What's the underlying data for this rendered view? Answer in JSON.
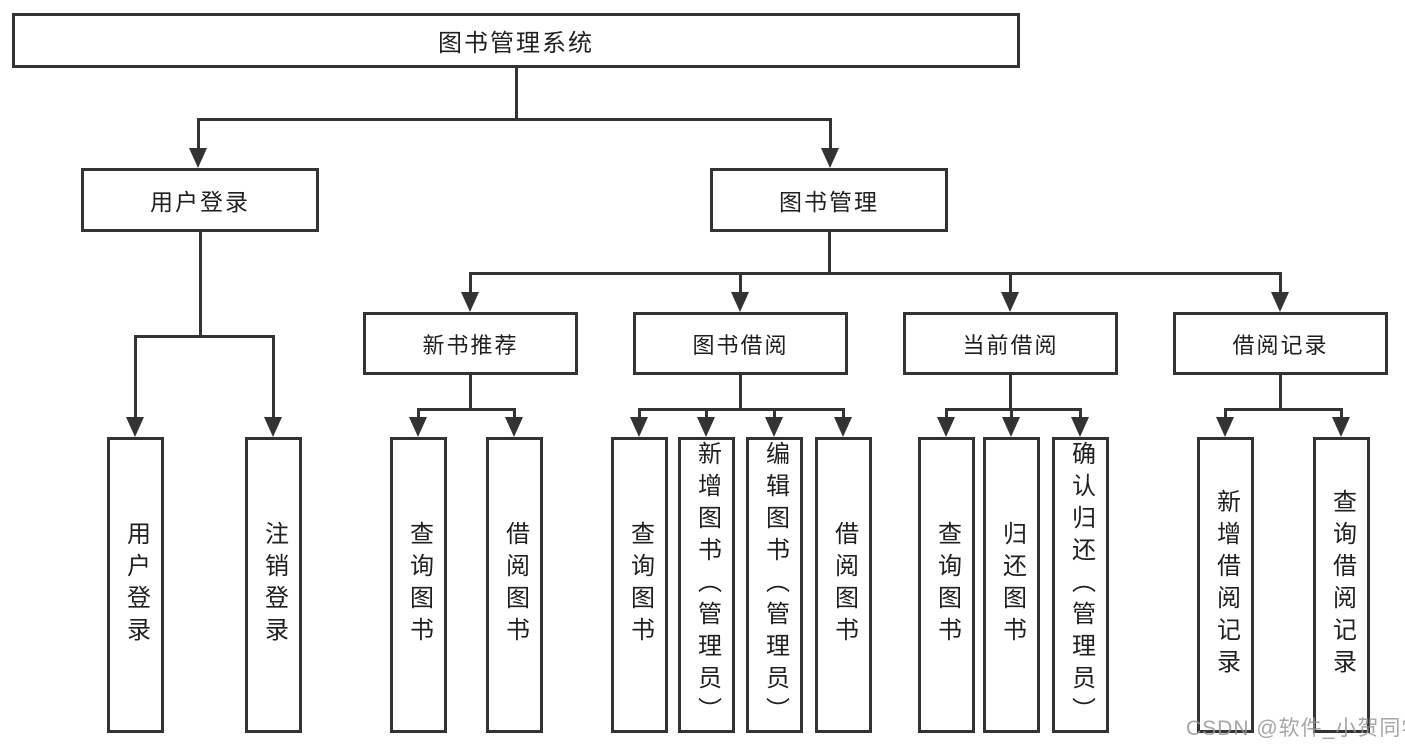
{
  "root": {
    "label": "图书管理系统"
  },
  "level2": [
    {
      "label": "用户登录"
    },
    {
      "label": "图书管理"
    }
  ],
  "level3": [
    {
      "label": "新书推荐"
    },
    {
      "label": "图书借阅"
    },
    {
      "label": "当前借阅"
    },
    {
      "label": "借阅记录"
    }
  ],
  "leaves": {
    "user_login": [
      {
        "label": "用户登录"
      },
      {
        "label": "注销登录"
      }
    ],
    "new_book_rec": [
      {
        "label": "查询图书"
      },
      {
        "label": "借阅图书"
      }
    ],
    "book_borrow": [
      {
        "label": "查询图书"
      },
      {
        "label": "新增图书（管理员）"
      },
      {
        "label": "编辑图书（管理员）"
      },
      {
        "label": "借阅图书"
      }
    ],
    "current_borrow": [
      {
        "label": "查询图书"
      },
      {
        "label": "归还图书"
      },
      {
        "label": "确认归还（管理员）"
      }
    ],
    "borrow_record": [
      {
        "label": "新增借阅记录"
      },
      {
        "label": "查询借阅记录"
      }
    ]
  },
  "watermark": {
    "text": "CSDN @软件_小贺同学"
  },
  "colors": {
    "line": "#333333",
    "text": "#1f1f1f",
    "background": "#ffffff",
    "watermark": "#969698"
  }
}
